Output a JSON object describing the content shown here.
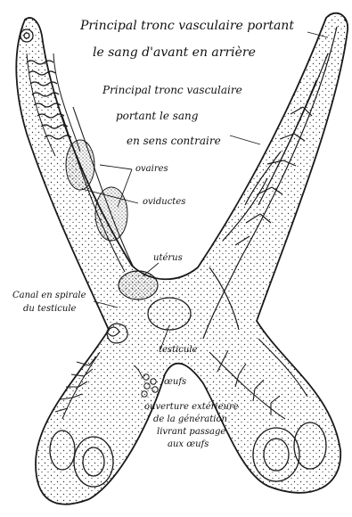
{
  "labels": {
    "tronc_avant_line1": "Principal tronc vasculaire portant",
    "tronc_avant_line2": "le sang d'avant en arrière",
    "tronc_contraire_line1": "Principal tronc vasculaire",
    "tronc_contraire_line2": "portant le sang",
    "tronc_contraire_line3": "en sens contraire",
    "ovaires": "ovaires",
    "oviductes": "oviductes",
    "uterus": "utérus",
    "canal_line1": "Canal en spirale",
    "canal_line2": "du testicule",
    "testicule": "testicule",
    "oeufs": "œufs",
    "ouverture_line1": "ouverture extérieure",
    "ouverture_line2": "de la génération",
    "ouverture_line3": "livrant passage",
    "ouverture_line4": "aux œufs"
  },
  "colors": {
    "ink": "#1a1a1a",
    "paper": "#ffffff"
  }
}
